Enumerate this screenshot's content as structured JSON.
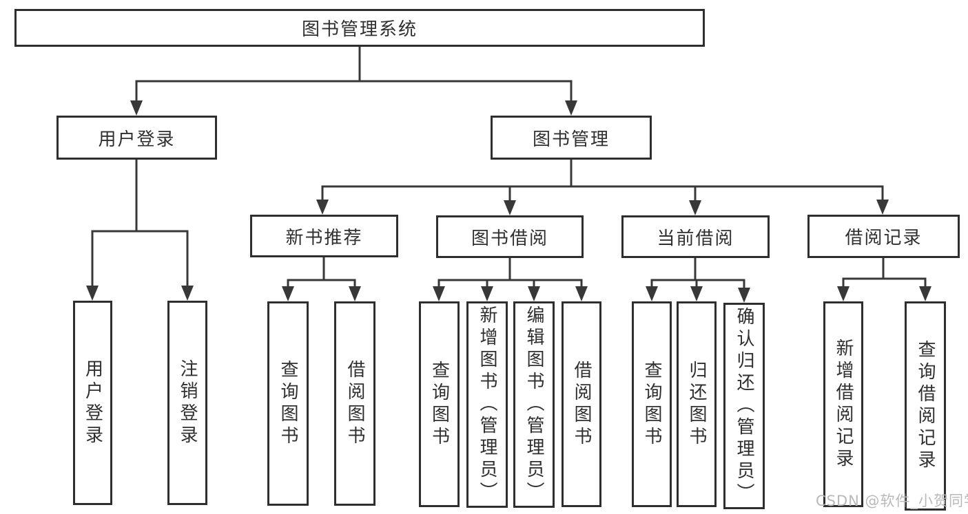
{
  "nodes": {
    "root": {
      "label": "图书管理系统"
    },
    "user_login": {
      "label": "用户登录"
    },
    "book_management": {
      "label": "图书管理"
    },
    "new_book_recommend": {
      "label": "新书推荐"
    },
    "book_borrow": {
      "label": "图书借阅"
    },
    "current_borrow": {
      "label": "当前借阅"
    },
    "borrow_records": {
      "label": "借阅记录"
    },
    "leaves": [
      {
        "label": "用户登录"
      },
      {
        "label": "注销登录"
      },
      {
        "label": "查询图书"
      },
      {
        "label": "借阅图书"
      },
      {
        "label": "查询图书"
      },
      {
        "label": "新增图书（管理员）"
      },
      {
        "label": "编辑图书（管理员）"
      },
      {
        "label": "借阅图书"
      },
      {
        "label": "查询图书"
      },
      {
        "label": "归还图书"
      },
      {
        "label": "确认归还（管理员）"
      },
      {
        "label": "新增借阅记录"
      },
      {
        "label": "查询借阅记录"
      }
    ]
  },
  "watermark": {
    "text": "CSDN @软件_小贺同学",
    "color": "#b9b9b9"
  },
  "colors": {
    "line": "#383838",
    "border": "#2e2e2e",
    "text": "#2f2f2f",
    "background": "#ffffff"
  }
}
